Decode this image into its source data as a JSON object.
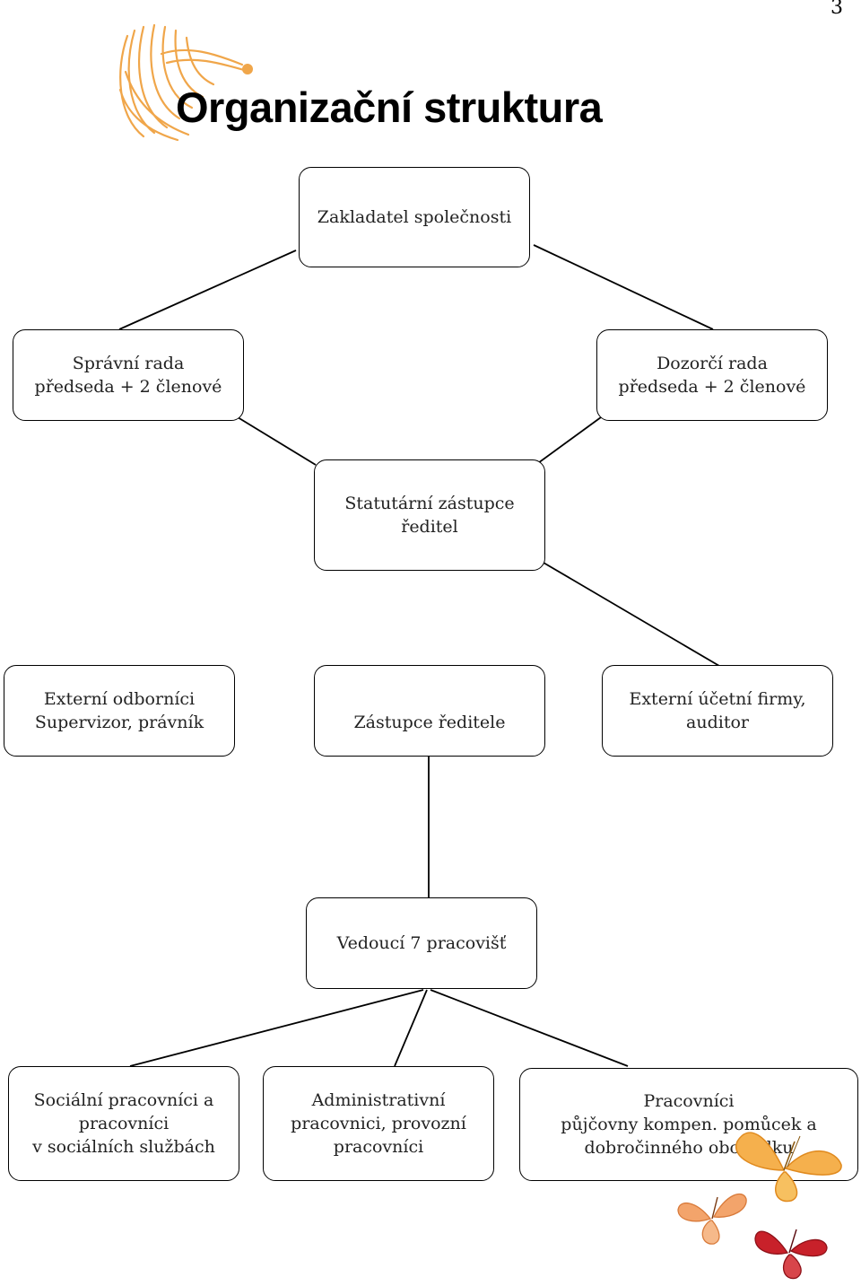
{
  "page_number": "3",
  "title": "Organizační struktura",
  "nodes": {
    "zakladatel": {
      "lines": [
        "Zakladatel společnosti"
      ]
    },
    "spravni_rada": {
      "lines": [
        "Správní rada",
        "předseda + 2 členové"
      ]
    },
    "dozorci_rada": {
      "lines": [
        "Dozorčí rada",
        "předseda + 2 členové"
      ]
    },
    "statutarni": {
      "lines": [
        "Statutární zástupce",
        "ředitel"
      ]
    },
    "externi_odbornici": {
      "lines": [
        "Externí odborníci",
        "Supervizor, právník"
      ]
    },
    "zastupce": {
      "lines": [
        "Zástupce ředitele"
      ]
    },
    "externi_ucetni": {
      "lines": [
        "Externí účetní firmy,",
        "auditor"
      ]
    },
    "vedouci": {
      "lines": [
        "Vedoucí 7 pracovišť"
      ]
    },
    "socialni": {
      "lines": [
        "Sociální pracovníci a",
        "pracovníci",
        "v sociálních službách"
      ]
    },
    "administrativni": {
      "lines": [
        "Administrativní",
        "pracovnici, provozní",
        "pracovníci"
      ]
    },
    "pracovnici": {
      "lines": [
        "Pracovníci",
        "půjčovny kompen. pomůcek a",
        "dobročinného obchůdku"
      ]
    }
  },
  "colors": {
    "line": "#000000",
    "logo": "#f0a64a",
    "butterfly_orange": "#f5b04d",
    "butterfly_light": "#f3a46b",
    "butterfly_red": "#c8212a"
  }
}
